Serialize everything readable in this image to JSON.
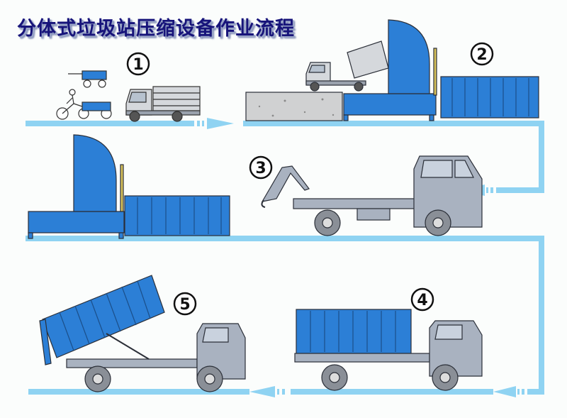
{
  "title": "分体式垃圾站压缩设备作业流程",
  "steps": [
    {
      "number": "1"
    },
    {
      "number": "2"
    },
    {
      "number": "3"
    },
    {
      "number": "4"
    },
    {
      "number": "5"
    }
  ],
  "colors": {
    "title": "#17147a",
    "flow_line": "#8fd3f2",
    "equipment_blue": "#2c7fd6",
    "truck_gray": "#a9b2c0",
    "outline": "#2b2f38",
    "concrete": "#d0d1d2"
  }
}
